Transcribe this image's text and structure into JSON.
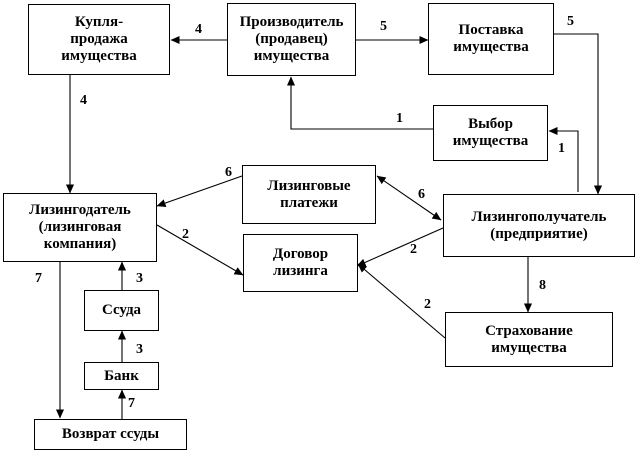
{
  "boxes": {
    "kuplya": [
      "Купля-",
      "продажа",
      "имущества"
    ],
    "proizvoditel": [
      "Производитель",
      "(продавец)",
      "имущества"
    ],
    "postavka": [
      "Поставка",
      "имущества"
    ],
    "vybor": [
      "Выбор",
      "имущества"
    ],
    "lizingodatel": [
      "Лизингодатель",
      "(лизинговая",
      "компания)"
    ],
    "platezhi": [
      "Лизинговые",
      "платежи"
    ],
    "dogovor": [
      "Договор",
      "лизинга"
    ],
    "lizingopoluchatel": [
      "Лизингополучатель",
      "(предприятие)"
    ],
    "ssuda": [
      "Ссуда"
    ],
    "bank": [
      "Банк"
    ],
    "strakhovanie": [
      "Страхование",
      "имущества"
    ],
    "vozvrat": [
      "Возврат ссуды"
    ]
  },
  "labels": {
    "proizv_to_kuplya": "4",
    "proizv_to_postavka": "5",
    "postavka_to_lp": "5",
    "kuplya_to_ld": "4",
    "vybor_to_proizv": "1",
    "lp_to_vybor": "1",
    "platezhi_to_ld": "6",
    "lp_platezhi": "6",
    "ld_to_dogovor": "2",
    "lp_to_dogovor": "2",
    "strakh_to_dogovor": "2",
    "lp_to_strakh": "8",
    "ld_to_vozvrat": "7",
    "ssuda_to_ld": "3",
    "bank_to_ssuda": "3",
    "vozvrat_to_bank": "7"
  }
}
